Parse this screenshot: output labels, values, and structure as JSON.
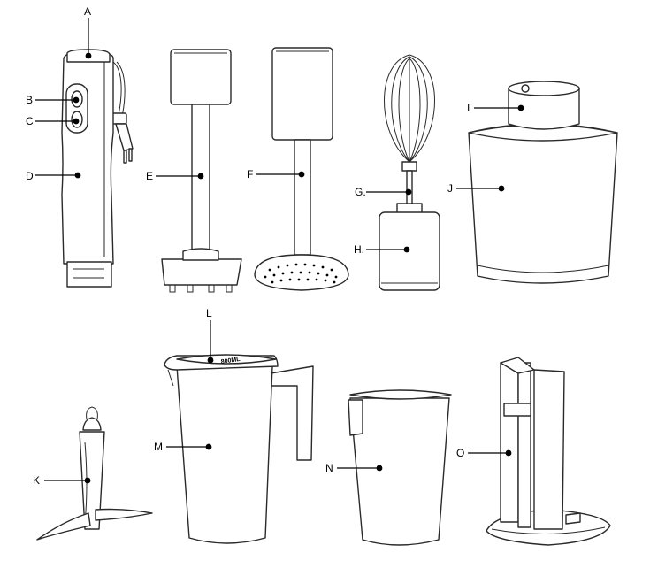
{
  "labels": {
    "A": "A",
    "B": "B",
    "C": "C",
    "D": "D",
    "E": "E",
    "F": "F",
    "G": "G.",
    "H": "H.",
    "I": "I",
    "J": "J",
    "K": "K",
    "L": "L",
    "M": "M",
    "N": "N",
    "O": "O"
  },
  "lid_marking": "800ML"
}
